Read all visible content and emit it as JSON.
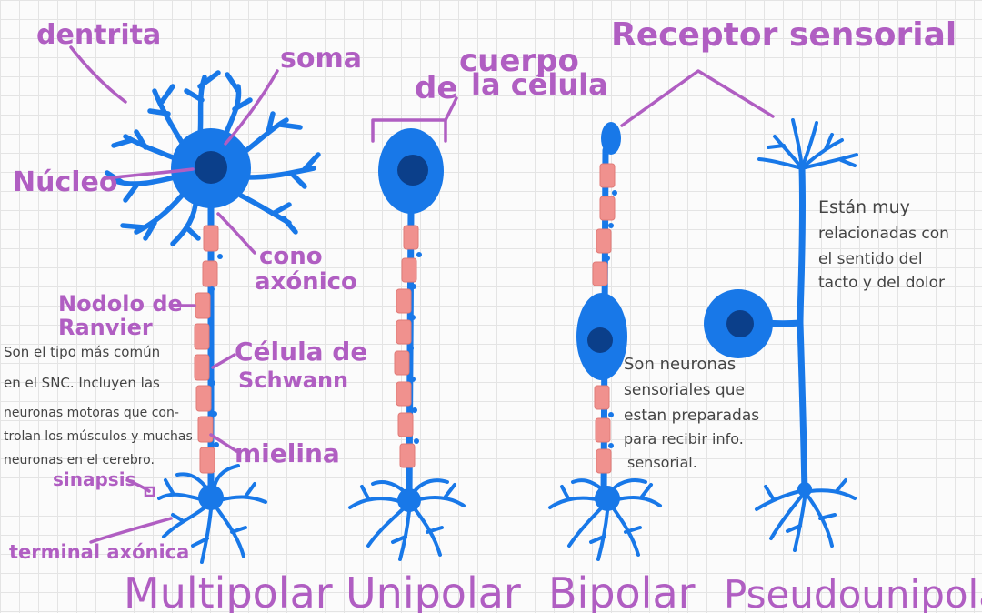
{
  "colors": {
    "label_purple": "#b05ec2",
    "neuron_blue": "#1878e8",
    "nucleus_navy": "#0b3f8a",
    "myelin_pink": "#f0918e",
    "note_gray": "#444444"
  },
  "labels": {
    "dentrita": "dentrita",
    "soma": "soma",
    "nucleo": "Núcleo",
    "cono_line1": "cono",
    "cono_line2": "axónico",
    "nodo_line1": "Nodolo de",
    "nodo_line2": "Ranvier",
    "schwann_line1": "Célula de",
    "schwann_line2": "Schwann",
    "mielina": "mielina",
    "sinapsis": "sinapsis",
    "terminal": "terminal axónica",
    "cuerpo_line1": "cuerpo",
    "cuerpo_line2_a": "de",
    "cuerpo_line2_b": "la célula",
    "receptor": "Receptor sensorial"
  },
  "notes": {
    "multipolar": [
      "Son el tipo más común",
      "en el SNC. Incluyen las",
      "neuronas motoras que con-",
      "trolan los músculos y muchas",
      "neuronas en el cerebro."
    ],
    "bipolar": [
      "Son neuronas",
      "sensoriales que",
      "estan preparadas",
      "para recibir info.",
      "sensorial."
    ],
    "pseudounipolar": [
      "Están muy",
      "relacionadas con",
      "el sentido del",
      "tacto y del dolor"
    ]
  },
  "titles": {
    "multipolar": "Multipolar",
    "unipolar": "Unipolar",
    "bipolar": "Bipolar",
    "pseudounipolar": "Pseudounipolar"
  },
  "icons": {
    "neuron_multipolar": "multipolar-neuron-icon",
    "neuron_unipolar": "unipolar-neuron-icon",
    "neuron_bipolar": "bipolar-neuron-icon",
    "neuron_pseudounipolar": "pseudounipolar-neuron-icon"
  }
}
